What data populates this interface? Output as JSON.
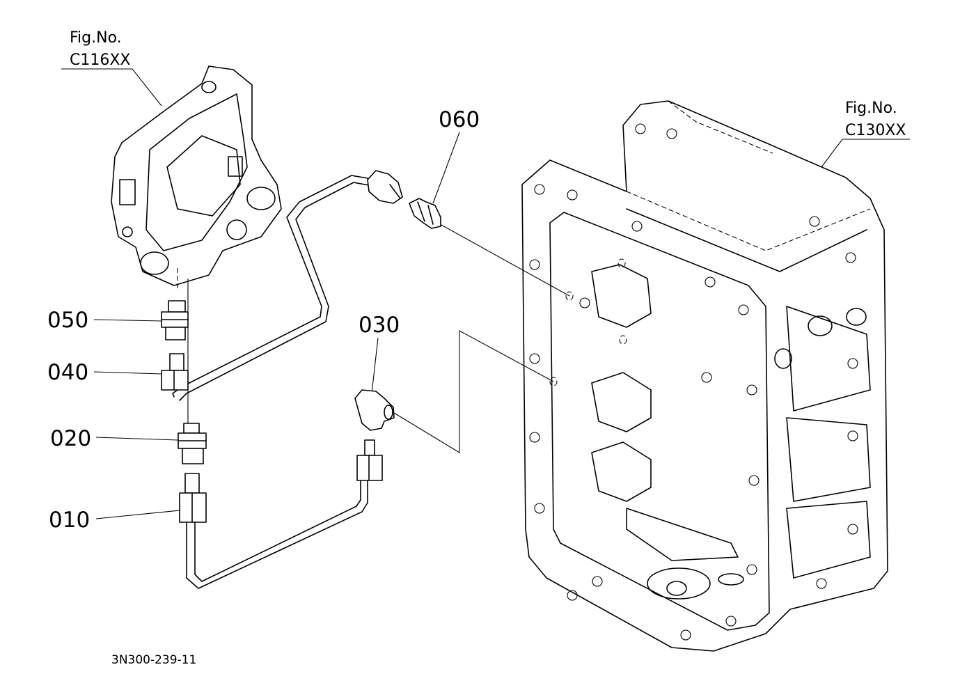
{
  "fig_refs": [
    {
      "id": "c116",
      "prefix": "Fig.No.",
      "code": "C116XX"
    },
    {
      "id": "c130",
      "prefix": "Fig.No.",
      "code": "C130XX"
    }
  ],
  "part_numbers": [
    "060",
    "050",
    "040",
    "030",
    "020",
    "010"
  ],
  "drawing_number": "3N300-239-11"
}
